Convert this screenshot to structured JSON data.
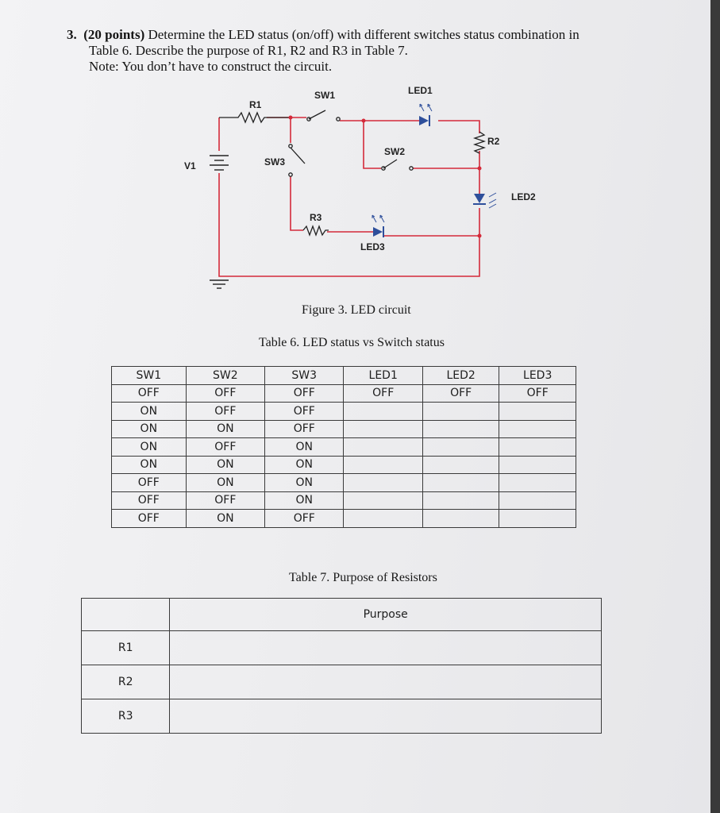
{
  "question": {
    "number": "3.",
    "points": "(20 points)",
    "line1": "Determine the LED status (on/off) with different switches status combination in",
    "line2": "Table 6. Describe the purpose of R1, R2 and R3 in Table 7.",
    "line3": "Note: You don’t have to construct the circuit."
  },
  "circuit": {
    "labels": {
      "r1": "R1",
      "sw1": "SW1",
      "led1": "LED1",
      "r2": "R2",
      "sw2": "SW2",
      "v1": "V1",
      "sw3": "SW3",
      "led2": "LED2",
      "r3": "R3",
      "led3": "LED3"
    },
    "wire_color": "#d42a3a"
  },
  "figure_caption": "Figure 3. LED circuit",
  "table6": {
    "caption": "Table 6. LED status vs Switch status",
    "headers": [
      "SW1",
      "SW2",
      "SW3",
      "LED1",
      "LED2",
      "LED3"
    ],
    "rows": [
      [
        "OFF",
        "OFF",
        "OFF",
        "OFF",
        "OFF",
        "OFF"
      ],
      [
        "ON",
        "OFF",
        "OFF",
        "",
        "",
        ""
      ],
      [
        "ON",
        "ON",
        "OFF",
        "",
        "",
        ""
      ],
      [
        "ON",
        "OFF",
        "ON",
        "",
        "",
        ""
      ],
      [
        "ON",
        "ON",
        "ON",
        "",
        "",
        ""
      ],
      [
        "OFF",
        "ON",
        "ON",
        "",
        "",
        ""
      ],
      [
        "OFF",
        "OFF",
        "ON",
        "",
        "",
        ""
      ],
      [
        "OFF",
        "ON",
        "OFF",
        "",
        "",
        ""
      ]
    ]
  },
  "table7": {
    "caption": "Table 7. Purpose of Resistors",
    "header_purpose": "Purpose",
    "rows": [
      "R1",
      "R2",
      "R3"
    ]
  }
}
